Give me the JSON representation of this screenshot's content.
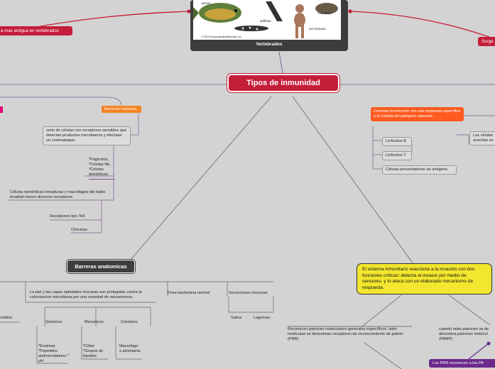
{
  "root": {
    "title": "Tipos de inmunidad"
  },
  "top_left_pill": "a mas antigua en vertebrados",
  "top_right_pill": "Surge",
  "image_card": {
    "caption": "Vertebrados",
    "labels": {
      "fish": "peces",
      "mammal": "mamífero",
      "amphibian": "anfibios",
      "human": "ser humano",
      "copyright": "© 2010 Encyclopædia Britannica, Inc."
    }
  },
  "left": {
    "barreras_celulares": "Barreras celulares",
    "serie_celulas": "serie de células con receptores sensibles que detectan productos microbianos y efectúan un contraataque.",
    "fagocitos": "*Fagocitos, *Celulas Nk, *Celulas dendriticas",
    "celulas_dendriticas": "Células dendríticas inmaduras y macrófagos del tejido invadido tienen diversos receptores",
    "receptores_toll": "Receptores tipo Toll",
    "citocinas": "Citocinas",
    "barreras_anatomicas": "Barreras anatomicas",
    "piel": "La piel y las capas epiteliales mucosas son protegidas contra la colonizacion microbiana por una variedad de mecanismos.",
    "flora": "Flora bacteriana normal",
    "secreciones": "Secreciones mucosas",
    "saliva": "Saliva",
    "lagrimas": "Lagrimas",
    "quimicos": "Quimicos",
    "mecanicos": "Mecanicos",
    "celulares": "Celulares",
    "quimicos_items": "*Enzimas *Pepetidos antimicrobianos * pH",
    "mecanicos_items": "*Cilios *Grupos de liquidos",
    "celulares_items": "Macrofago s alveolares",
    "partial_left": "enitales"
  },
  "right": {
    "combate": "Combate la infección con una respuesta específica a la medida del patógeno atacante.",
    "linfocitos_b": "Linfocitos B",
    "linfocitos_t": "Linfocitos T",
    "celulas_presentadoras": "Células presentadoras de antígeno",
    "las_celulas": "Las células acechan en",
    "sistema": "El sistema inmunitario reacciona a la invasión con dos funciones críticas: detecta al invasor por medio de sensores, y lo ataca con un elaborado mecanismo de respuesta.",
    "reconocen": "Reconocen patrones moleculares generales específicos, tales moléculas se denominan receptores de reconocimiento de patrón (PRR)",
    "cuando": "cuando tales patrones se de denomina patrones molecul (PAMP)",
    "prr_pill": "Los PRR reconocen a los PA"
  },
  "colors": {
    "root": "#c41e3a",
    "orange": "#f58220",
    "orange_red": "#ff5a1f",
    "dark": "#3d3d3d",
    "yellow": "#f2e62e",
    "purple": "#6b2a8c",
    "magenta": "#e6007e"
  }
}
